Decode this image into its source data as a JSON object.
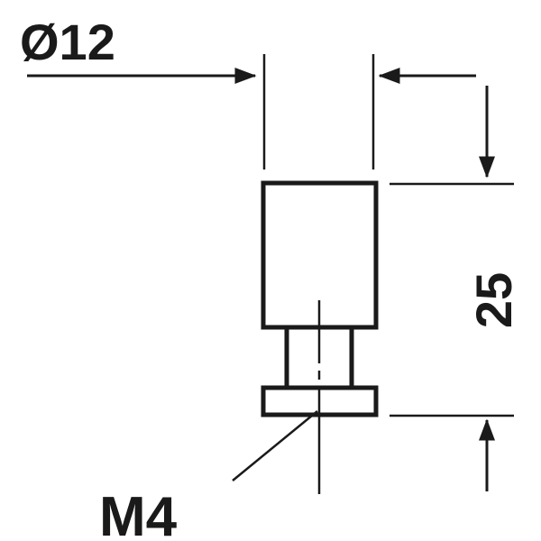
{
  "drawing": {
    "diameter_label": "Ø12",
    "height_label": "25",
    "thread_label": "M4",
    "line_color": "#1a1a1a",
    "background": "#ffffff"
  }
}
